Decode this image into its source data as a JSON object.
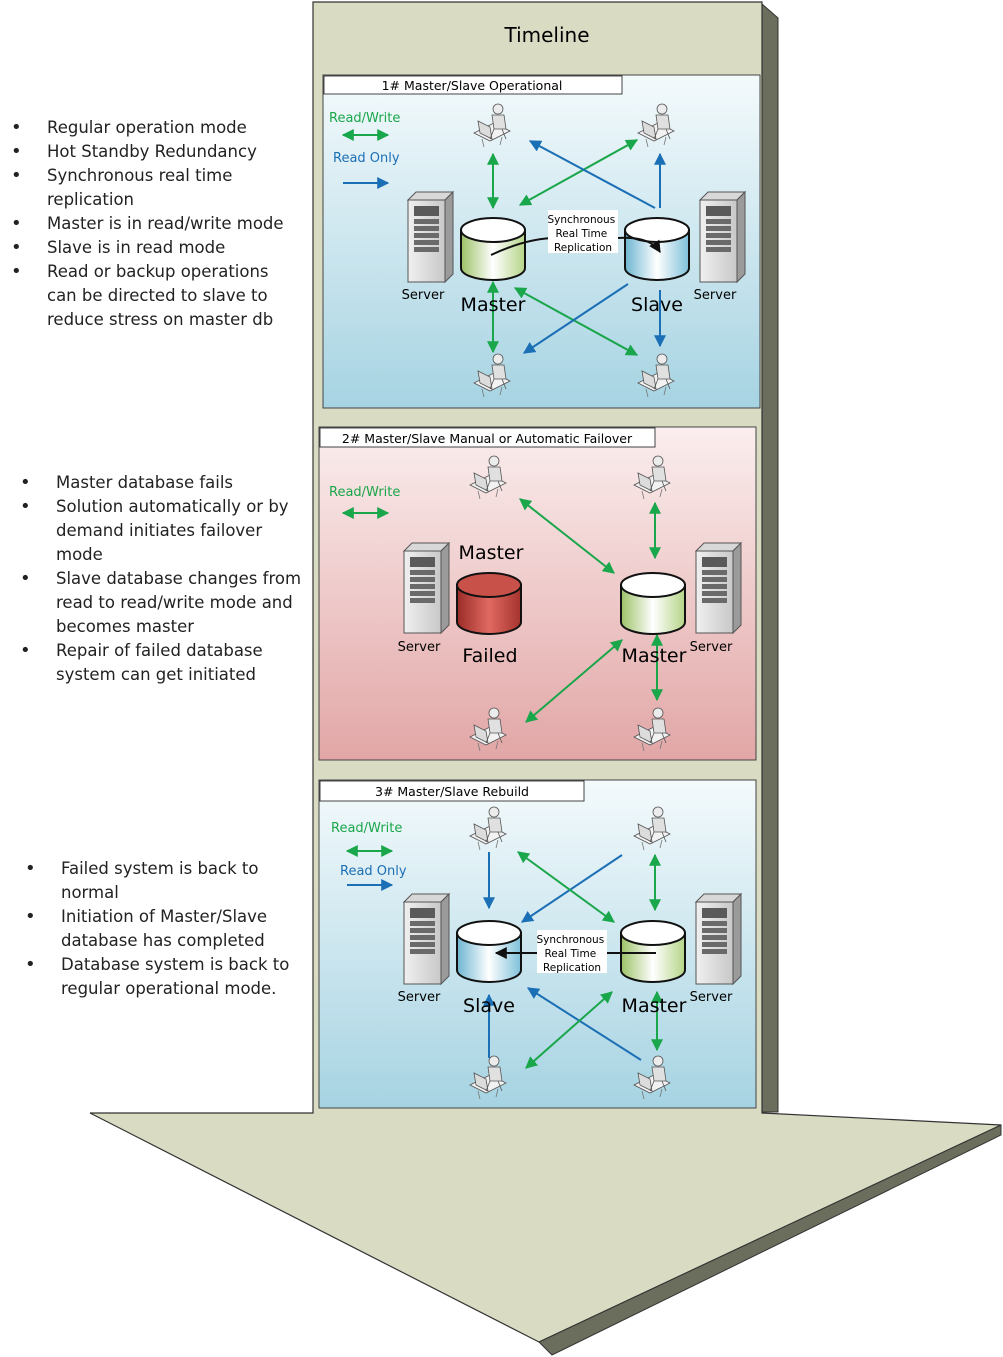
{
  "timeline_title": "Timeline",
  "legend": {
    "read_write": "Read/Write",
    "read_only": "Read Only"
  },
  "labels": {
    "server": "Server",
    "master": "Master",
    "slave": "Slave",
    "failed": "Failed",
    "replication": [
      "Synchronous",
      "Real Time",
      "Replication"
    ]
  },
  "colors": {
    "green_arrow": "#1aa64a",
    "blue_arrow": "#1b6fb5",
    "timeline_fill": "#d9dcc3",
    "panel_blue": "#a9d4e3",
    "panel_red": "#e3a8a8",
    "db_green": "#b8d68a",
    "db_blue": "#7fc3dc",
    "db_red": "#b23a35"
  },
  "panels": [
    {
      "title": "1# Master/Slave Operational",
      "bullets": [
        "Regular operation mode",
        "Hot Standby Redundancy",
        "Synchronous real time replication",
        "Master is in read/write mode",
        "Slave is in read mode",
        "Read or backup operations can be directed to slave to reduce stress on master db"
      ]
    },
    {
      "title": "2# Master/Slave Manual or Automatic Failover",
      "bullets": [
        "Master database fails",
        "Solution automatically or by demand initiates failover mode",
        "Slave database changes from read to read/write mode and becomes master",
        "Repair of failed database system can get initiated"
      ]
    },
    {
      "title": "3# Master/Slave Rebuild",
      "bullets": [
        "Failed system is back to normal",
        "Initiation of Master/Slave database has completed",
        "Database system is back to regular operational mode."
      ]
    }
  ]
}
